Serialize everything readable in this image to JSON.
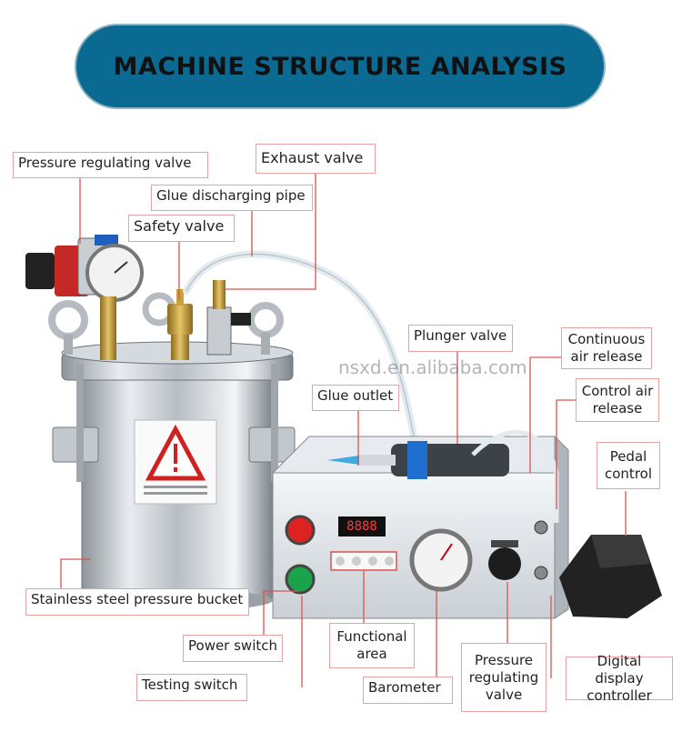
{
  "title": "MACHINE STRUCTURE ANALYSIS",
  "watermark": "nsxd.en.alibaba.com",
  "labels": {
    "pressure_regulating_valve_top": "Pressure regulating valve",
    "exhaust_valve": "Exhaust valve",
    "glue_discharging_pipe": "Glue discharging pipe",
    "safety_valve": "Safety valve",
    "plunger_valve": "Plunger valve",
    "continuous_air_release": "Continuous air release",
    "control_air_release": "Control air release",
    "glue_outlet": "Glue outlet",
    "pedal_control": "Pedal control",
    "stainless_steel_bucket": "Stainless steel pressure bucket",
    "power_switch": "Power switch",
    "functional_area": "Functional area",
    "testing_switch": "Testing switch",
    "barometer": "Barometer",
    "pressure_regulating_valve_bottom": "Pressure regulating valve",
    "digital_display_controller": "Digital display controller"
  },
  "controller_display": "8888",
  "colors": {
    "banner": "#0b6a92",
    "label_border": "#e8a0a0",
    "leader_line": "#d9534f"
  }
}
